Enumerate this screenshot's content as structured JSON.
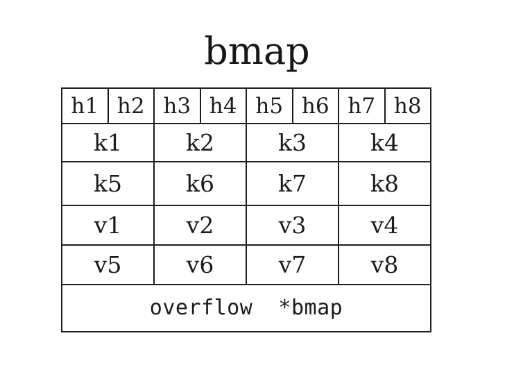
{
  "diagram": {
    "title": "bmap",
    "colors": {
      "background": "#ffffff",
      "line": "#1d1d1d",
      "text": "#1b1b1b"
    },
    "table": {
      "header_row": {
        "name": "tophash-row",
        "cells": [
          "h1",
          "h2",
          "h3",
          "h4",
          "h5",
          "h6",
          "h7",
          "h8"
        ]
      },
      "key_rows": [
        {
          "name": "keys-row-1",
          "cells": [
            "k1",
            "k2",
            "k3",
            "k4"
          ]
        },
        {
          "name": "keys-row-2",
          "cells": [
            "k5",
            "k6",
            "k7",
            "k8"
          ]
        }
      ],
      "value_rows": [
        {
          "name": "values-row-1",
          "cells": [
            "v1",
            "v2",
            "v3",
            "v4"
          ]
        },
        {
          "name": "values-row-2",
          "cells": [
            "v5",
            "v6",
            "v7",
            "v8"
          ]
        }
      ],
      "overflow_row": {
        "name": "overflow-row",
        "text": "overflow  *bmap"
      }
    }
  }
}
